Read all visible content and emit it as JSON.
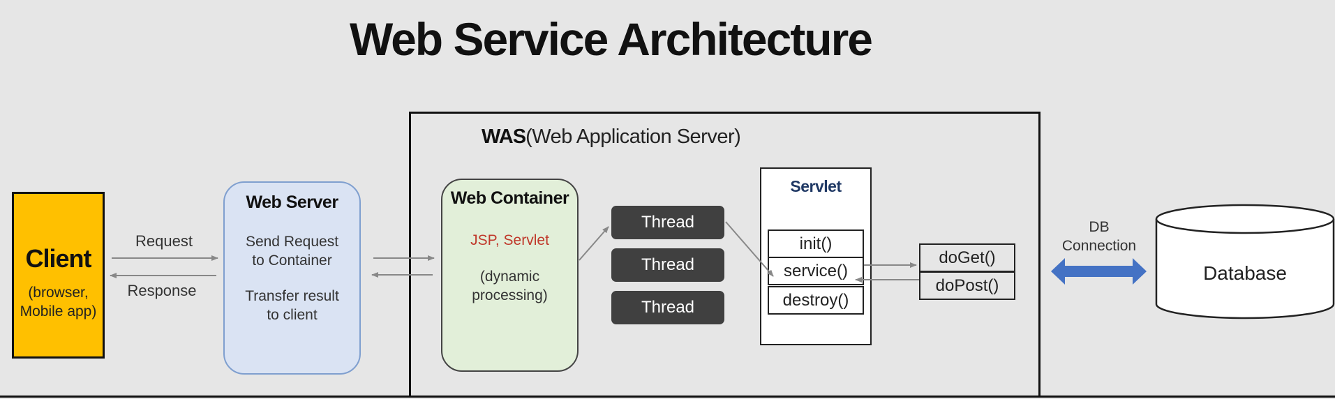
{
  "title": "Web Service Architecture",
  "client": {
    "label": "Client",
    "sub_line1": "(browser,",
    "sub_line2": "Mobile app)"
  },
  "arrows": {
    "request": "Request",
    "response": "Response",
    "db_line1": "DB",
    "db_line2": "Connection"
  },
  "web_server": {
    "label": "Web Server",
    "line1": "Send Request",
    "line2": "to Container",
    "line3": "Transfer result",
    "line4": "to client"
  },
  "was": {
    "abbr": "WAS",
    "full": "(Web Application Server)"
  },
  "web_container": {
    "label": "Web Container",
    "tech": "JSP, Servlet",
    "line1": "(dynamic",
    "line2": "processing)"
  },
  "threads": [
    "Thread",
    "Thread",
    "Thread"
  ],
  "servlet": {
    "label": "Servlet",
    "methods": [
      "init()",
      "service()",
      "destroy()"
    ]
  },
  "handlers": [
    "doGet()",
    "doPost()"
  ],
  "database": {
    "label": "Database"
  },
  "colors": {
    "background": "#e6e6e6",
    "client": "#ffc000",
    "web_server": "#dae3f3",
    "web_container": "#e2efd9",
    "thread": "#404040",
    "db_arrow": "#4472c4",
    "tech_text": "#c0392b",
    "servlet_title": "#1f3864"
  }
}
